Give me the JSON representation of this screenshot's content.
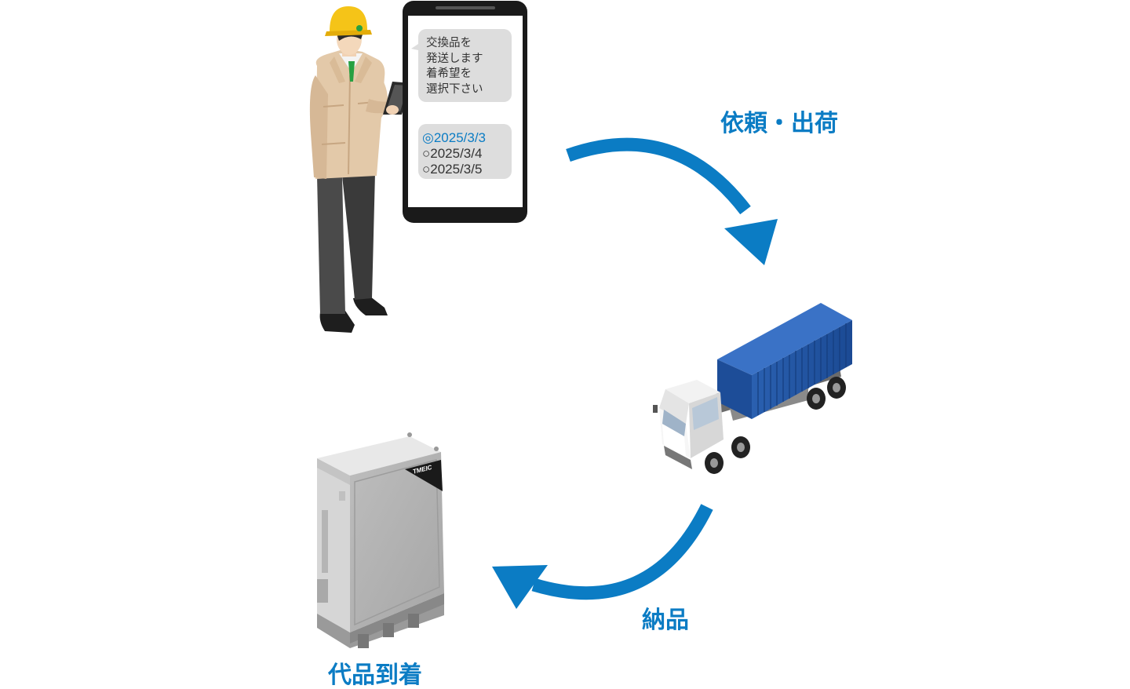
{
  "colors": {
    "accent": "#0B7CC4",
    "bubble": "#DDDDDD",
    "phone_frame": "#1A1A1A",
    "container": "#2356A6",
    "cabinet": "#B3B3B3"
  },
  "labels": {
    "request_ship": "依頼・出荷",
    "delivery": "納品",
    "replacement_arrival": "代品到着"
  },
  "phone": {
    "message_lines": [
      "交換品を",
      "発送します",
      "着希望を",
      "選択下さい"
    ],
    "options": [
      {
        "label": "◎2025/3/3",
        "selected": true
      },
      {
        "label": "○2025/3/4",
        "selected": false
      },
      {
        "label": "○2025/3/5",
        "selected": false
      }
    ]
  },
  "cabinet": {
    "brand": "TMEIC"
  },
  "icons": [
    "worker-icon",
    "smartphone-icon",
    "truck-icon",
    "cabinet-icon",
    "arrow-icon"
  ]
}
